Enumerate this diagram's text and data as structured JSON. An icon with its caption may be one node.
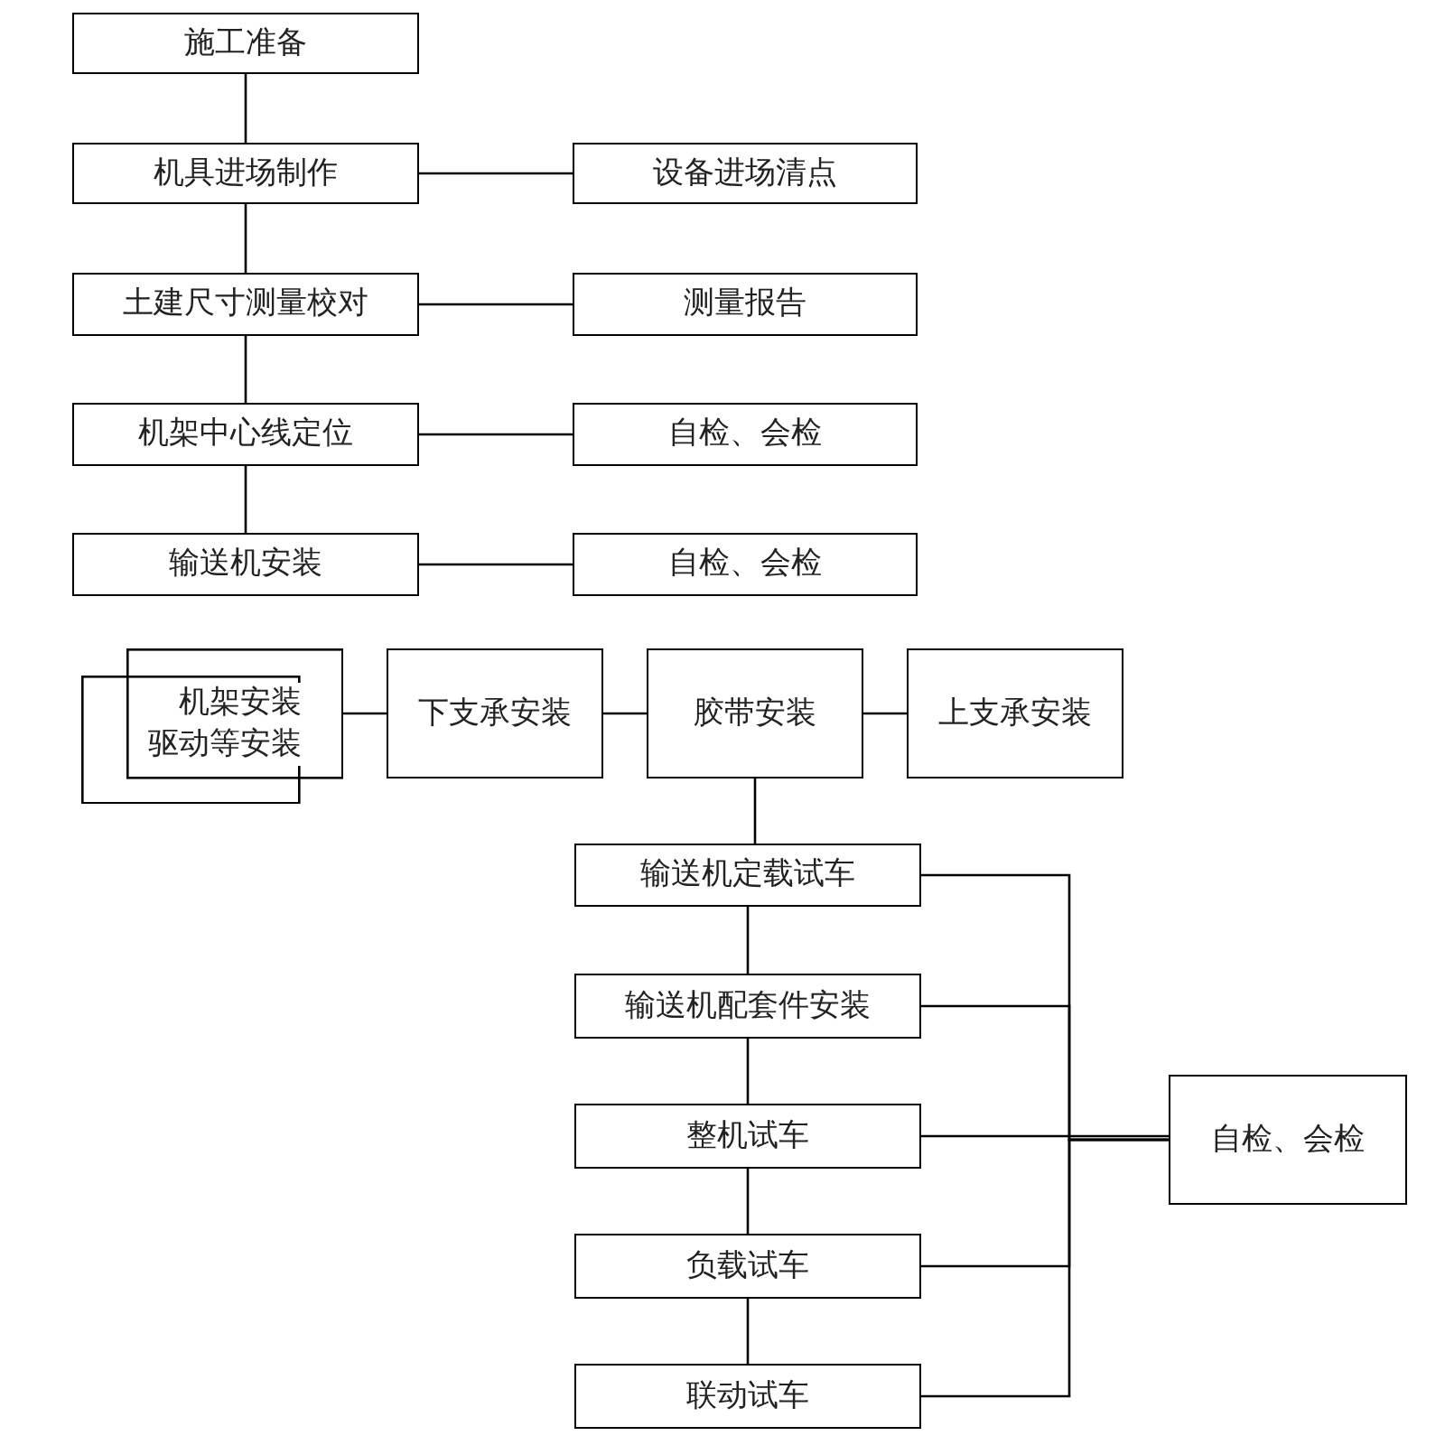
{
  "diagram": {
    "nodes": [
      {
        "text": [
          "施工准备"
        ]
      },
      {
        "text": [
          "机具进场制作"
        ]
      },
      {
        "text": [
          "设备进场清点"
        ]
      },
      {
        "text": [
          "土建尺寸测量校对"
        ]
      },
      {
        "text": [
          "测量报告"
        ]
      },
      {
        "text": [
          "机架中心线定位"
        ]
      },
      {
        "text": [
          "自检、会检"
        ]
      },
      {
        "text": [
          "输送机安装"
        ]
      },
      {
        "text": [
          "自检、会检"
        ]
      },
      {
        "text": [
          "机架安装驱动等安装"
        ]
      },
      {
        "text": [
          "下支承安装"
        ]
      },
      {
        "text": [
          "胶带安装"
        ]
      },
      {
        "text": [
          "上支承安装"
        ]
      },
      {
        "text": [
          "输送机定载试车"
        ]
      },
      {
        "text": [
          "输送机配套件安装"
        ]
      },
      {
        "text": [
          "整机试车"
        ]
      },
      {
        "text": [
          "负载试车"
        ]
      },
      {
        "text": [
          "联动试车"
        ]
      },
      {
        "text": [
          "自检、会检"
        ]
      }
    ],
    "edges": [
      {
        "from": 0,
        "to": 1,
        "arrow": "none"
      },
      {
        "from": 1,
        "to": 2,
        "arrow": "none"
      },
      {
        "from": 1,
        "to": 3,
        "arrow": "none"
      },
      {
        "from": 3,
        "to": 4,
        "arrow": "none"
      },
      {
        "from": 3,
        "to": 5,
        "arrow": "none"
      },
      {
        "from": 5,
        "to": 6,
        "arrow": "none"
      },
      {
        "from": 5,
        "to": 7,
        "arrow": "none"
      },
      {
        "from": 7,
        "to": 8,
        "arrow": "none"
      },
      {
        "from": 9,
        "to": 10,
        "arrow": "none"
      },
      {
        "from": 10,
        "to": 11,
        "arrow": "none"
      },
      {
        "from": 11,
        "to": 12,
        "arrow": "none"
      },
      {
        "from": 11,
        "to": 13,
        "arrow": "none"
      },
      {
        "from": 13,
        "to": 14,
        "arrow": "none"
      },
      {
        "from": 14,
        "to": 15,
        "arrow": "none"
      },
      {
        "from": 15,
        "to": 16,
        "arrow": "none"
      },
      {
        "from": 16,
        "to": 17,
        "arrow": "none"
      },
      {
        "from": 13,
        "to": 18,
        "arrow": "none"
      },
      {
        "from": 14,
        "to": 18,
        "arrow": "none"
      },
      {
        "from": 15,
        "to": 18,
        "arrow": "none"
      },
      {
        "from": 16,
        "to": 18,
        "arrow": "none"
      },
      {
        "from": 17,
        "to": 18,
        "arrow": "none"
      }
    ]
  }
}
